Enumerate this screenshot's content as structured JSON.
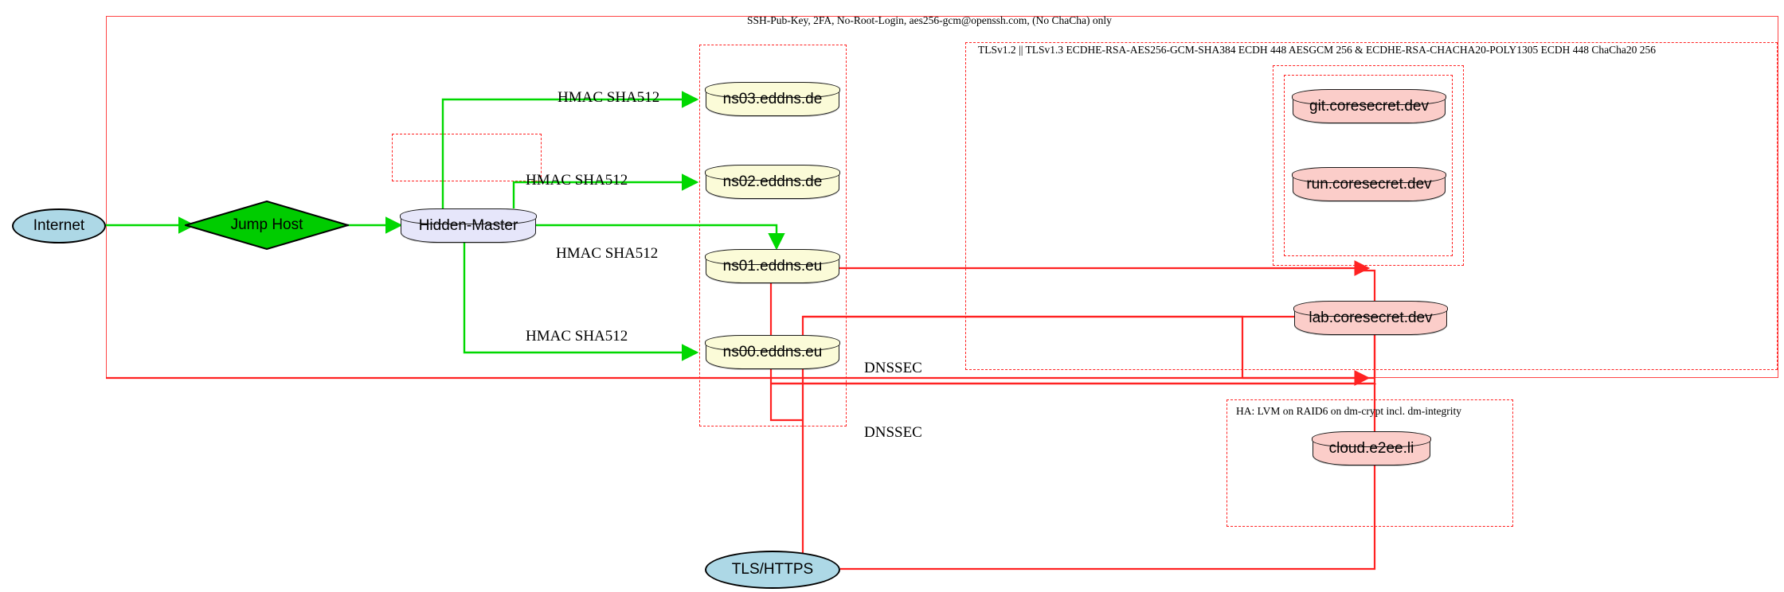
{
  "diagram": {
    "title_banner": "SSH-Pub-Key, 2FA, No-Root-Login, aes256-gcm@openssh.com, (No ChaCha) only",
    "tls_banner": "TLSv1.2 || TLSv1.3 ECDHE-RSA-AES256-GCM-SHA384 ECDH 448 AESGCM 256 & ECDHE-RSA-CHACHA20-POLY1305 ECDH 448 ChaCha20 256",
    "ha_banner": "HA: LVM on RAID6 on dm-crypt incl. dm-integrity"
  },
  "nodes": {
    "internet": "Internet",
    "jump_host": "Jump Host",
    "hidden_master": "Hidden-Master",
    "ns03": "ns03.eddns.de",
    "ns02": "ns02.eddns.de",
    "ns01": "ns01.eddns.eu",
    "ns00": "ns00.eddns.eu",
    "git": "git.coresecret.dev",
    "run": "run.coresecret.dev",
    "lab": "lab.coresecret.dev",
    "cloud": "cloud.e2ee.li",
    "tls_https": "TLS/HTTPS"
  },
  "edge_labels": {
    "hmac_ns03": "HMAC SHA512",
    "hmac_ns02": "HMAC SHA512",
    "hmac_ns01": "HMAC SHA512",
    "hmac_ns00": "HMAC SHA512",
    "dnssec_upper": "DNSSEC",
    "dnssec_lower": "DNSSEC"
  },
  "colors": {
    "edge_green": "#00d800",
    "edge_red": "#ff2222",
    "cluster_red": "#ff2222",
    "ellipse_blue": "#add8e6",
    "diamond_green": "#00cc00",
    "cyl_lavender": "#e6e6fa",
    "cyl_yellow": "#fbfbd8",
    "cyl_pink": "#fbcdc9"
  }
}
